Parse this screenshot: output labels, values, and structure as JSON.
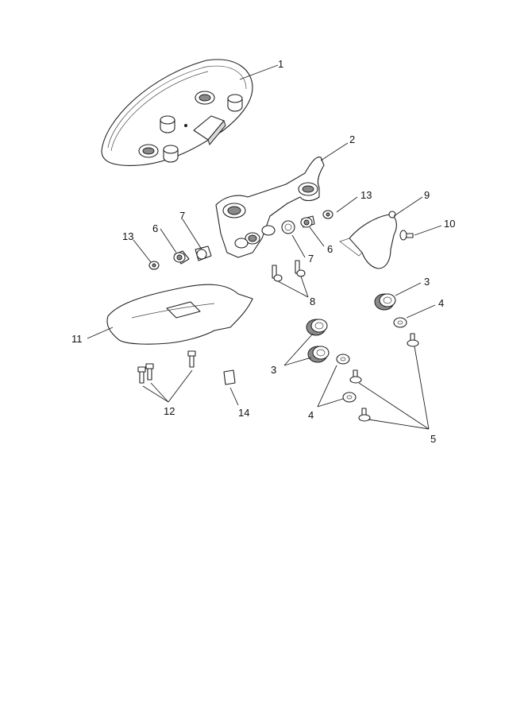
{
  "callouts": {
    "n1": "1",
    "n2": "2",
    "n3a": "3",
    "n3b": "3",
    "n4a": "4",
    "n4b": "4",
    "n5": "5",
    "n6a": "6",
    "n6b": "6",
    "n7a": "7",
    "n7b": "7",
    "n8": "8",
    "n9": "9",
    "n10": "10",
    "n11": "11",
    "n12": "12",
    "n13a": "13",
    "n13b": "13",
    "n14": "14"
  }
}
